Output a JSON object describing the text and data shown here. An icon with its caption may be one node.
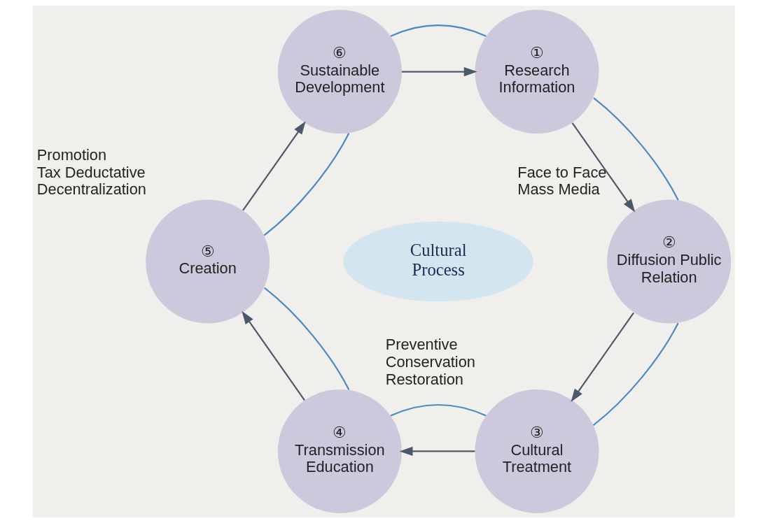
{
  "diagram": {
    "nodes": [
      {
        "text": [
          "①",
          "Research Information"
        ]
      },
      {
        "text": [
          "②",
          "Diffusion Public Relation"
        ],
        "beside": [
          "Face to Face",
          "Mass Media"
        ]
      },
      {
        "text": [
          "③",
          "Cultural Treatment"
        ],
        "beside": [
          "Preventive",
          "Conservation",
          "Restoration"
        ]
      },
      {
        "text": [
          "④",
          "Transmission Education"
        ]
      },
      {
        "text": [
          "⑤",
          "Creation"
        ],
        "beside": [
          "Promotion",
          "Tax Deductative",
          "Decentralization"
        ]
      },
      {
        "text": [
          "⑥",
          "Sustainable Development"
        ]
      },
      {
        "text": [
          "Cultural Process"
        ]
      }
    ],
    "edges": [
      {
        "from": 5,
        "to": 0,
        "arrow": "to"
      },
      {
        "from": 0,
        "to": 1,
        "arrow": "to"
      },
      {
        "from": 1,
        "to": 2,
        "arrow": "to"
      },
      {
        "from": 2,
        "to": 3,
        "arrow": "to"
      },
      {
        "from": 3,
        "to": 4,
        "arrow": "to"
      },
      {
        "from": 4,
        "to": 5,
        "arrow": "to"
      },
      {
        "from": 5,
        "to": 0,
        "arrow": "none",
        "color": "#4a8ac4"
      },
      {
        "from": 0,
        "to": 1,
        "arrow": "none",
        "color": "#4a8ac4"
      },
      {
        "from": 1,
        "to": 2,
        "arrow": "none",
        "color": "#4a8ac4"
      },
      {
        "from": 2,
        "to": 3,
        "arrow": "none",
        "color": "#4a8ac4"
      },
      {
        "from": 3,
        "to": 4,
        "arrow": "none",
        "color": "#4a8ac4"
      },
      {
        "from": 4,
        "to": 5,
        "arrow": "none",
        "color": "#4a8ac4"
      }
    ]
  }
}
